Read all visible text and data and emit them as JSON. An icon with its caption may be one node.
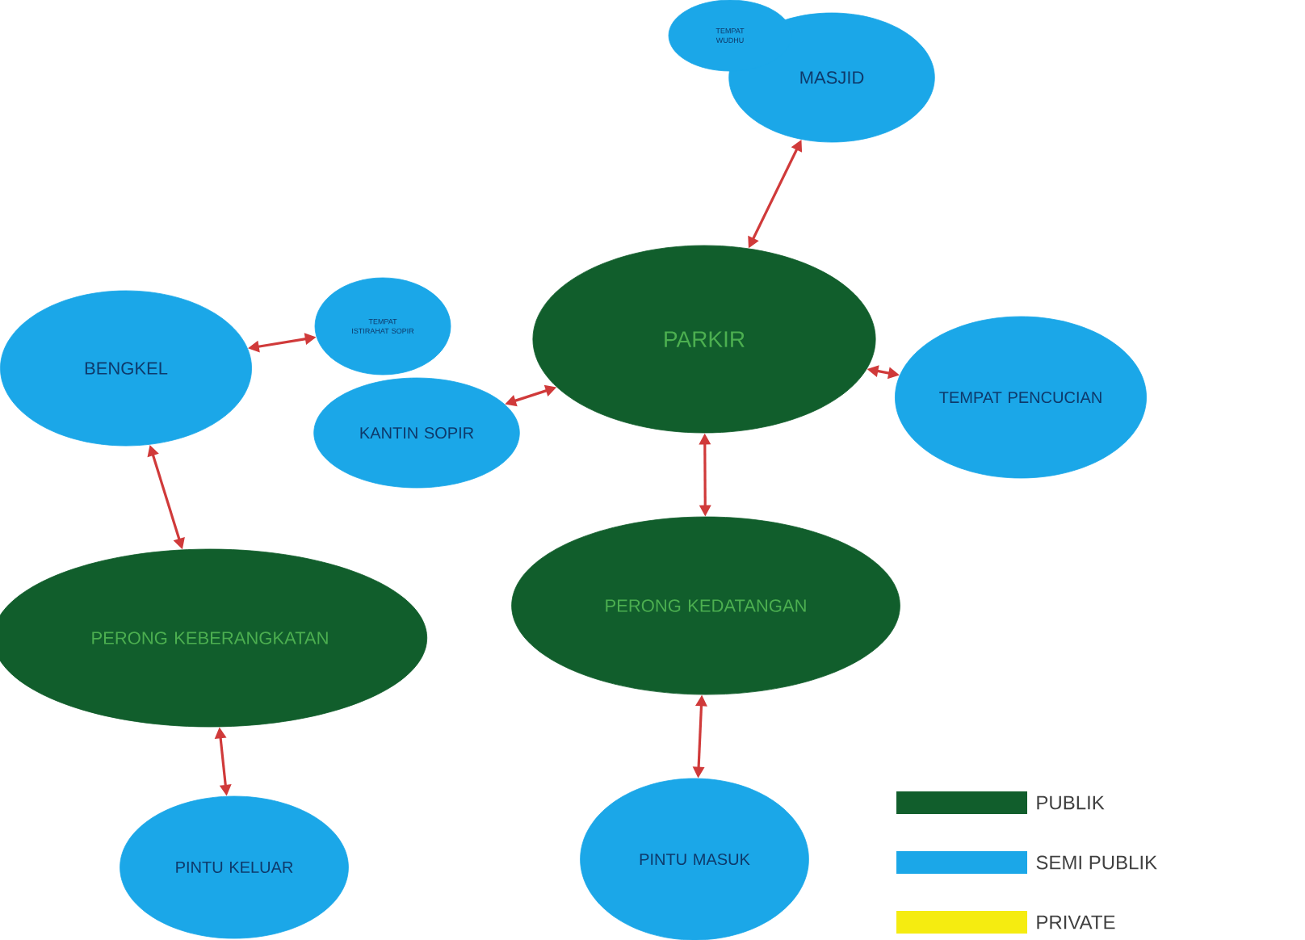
{
  "diagram": {
    "nodes": [
      {
        "text": [
          "TEMPAT WUDHU"
        ]
      },
      {
        "text": [
          "MASJID"
        ]
      },
      {
        "text": [
          "BENGKEL"
        ]
      },
      {
        "text": [
          "TEMPAT ISTIRAHAT SOPIR"
        ]
      },
      {
        "text": [
          "PARKIR"
        ]
      },
      {
        "text": [
          "KANTIN SOPIR"
        ]
      },
      {
        "text": [
          "TEMPAT PENCUCIAN"
        ]
      },
      {
        "text": [
          "PERONG KEBERANGKATAN"
        ]
      },
      {
        "text": [
          "PERONG KEDATANGAN"
        ]
      },
      {
        "text": [
          "PINTU KELUAR"
        ]
      },
      {
        "text": [
          "PINTU MASUK"
        ]
      }
    ],
    "edges": [
      {
        "from": 1,
        "to": 4,
        "arrow": "both"
      },
      {
        "from": 2,
        "to": 3,
        "arrow": "both"
      },
      {
        "from": 5,
        "to": 4,
        "arrow": "both"
      },
      {
        "from": 4,
        "to": 6,
        "arrow": "both"
      },
      {
        "from": 2,
        "to": 7,
        "arrow": "both"
      },
      {
        "from": 4,
        "to": 8,
        "arrow": "both"
      },
      {
        "from": 7,
        "to": 9,
        "arrow": "both"
      },
      {
        "from": 8,
        "to": 10,
        "arrow": "both"
      }
    ],
    "legend": [
      {
        "text": "PUBLIK",
        "color": "#115e2c"
      },
      {
        "text": "SEMI PUBLIK",
        "color": "#1ba7e8"
      },
      {
        "text": "PRIVATE",
        "color": "#f5ec10"
      }
    ]
  }
}
